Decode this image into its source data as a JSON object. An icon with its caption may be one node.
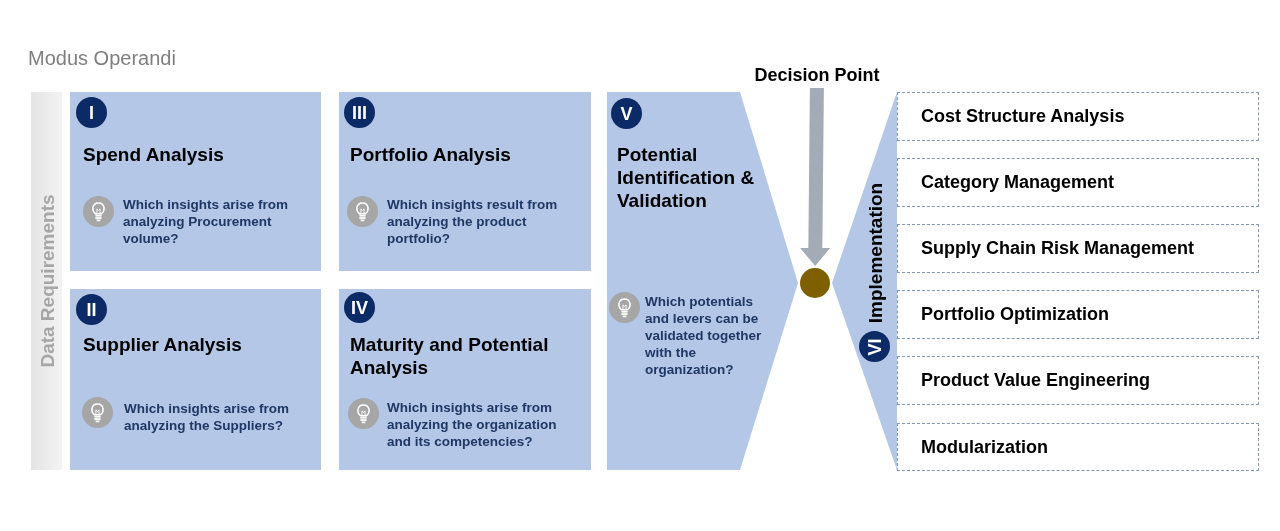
{
  "diagram": {
    "title": "Modus Operandi",
    "nodes": [
      {
        "text": [
          "Data Requirements"
        ]
      },
      {
        "text": [
          "Spend Analysis",
          "Which insights arise from analyzing Procurement volume?"
        ]
      },
      {
        "text": [
          "I"
        ],
        "in": 1
      },
      {
        "text": [
          "Supplier Analysis",
          "Which insights arise from analyzing the Suppliers?"
        ]
      },
      {
        "text": [
          "II"
        ],
        "in": 3
      },
      {
        "text": [
          "Portfolio Analysis",
          "Which insights result from analyzing the product portfolio?"
        ]
      },
      {
        "text": [
          "III"
        ],
        "in": 5
      },
      {
        "text": [
          "Maturity and Potential Analysis",
          "Which insights arise from analyzing the organization and its competencies?"
        ]
      },
      {
        "text": [
          "IV"
        ],
        "in": 7
      },
      {
        "text": [
          "Potential Identification & Validation",
          "Which potentials and levers can be validated together with the organization?"
        ]
      },
      {
        "text": [
          "V"
        ],
        "in": 9
      },
      {
        "text": [
          "Decision Point"
        ]
      },
      {
        "text": [],
        "shape": "circle"
      },
      {
        "text": [
          "Implementation"
        ]
      },
      {
        "text": [
          "VI"
        ],
        "in": 13
      },
      {
        "text": [
          "Cost Structure Analysis"
        ]
      },
      {
        "text": [
          "Category Management"
        ]
      },
      {
        "text": [
          "Supply Chain Risk Management"
        ]
      },
      {
        "text": [
          "Portfolio Optimization"
        ]
      },
      {
        "text": [
          "Product Value Engineering"
        ]
      },
      {
        "text": [
          "Modularization"
        ]
      }
    ],
    "edges": [
      {
        "from": 11,
        "to": 12,
        "arrow": "to"
      }
    ]
  }
}
